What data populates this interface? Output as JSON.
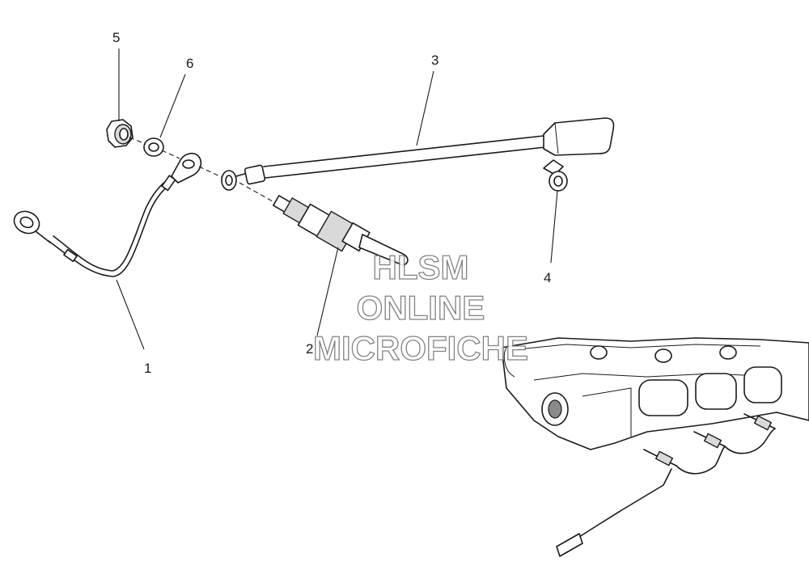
{
  "callouts": {
    "c1": "1",
    "c2": "2",
    "c3": "3",
    "c4": "4",
    "c5": "5",
    "c6": "6"
  },
  "watermark": {
    "line1": "HLSM",
    "line2": "ONLINE",
    "line3": "MICROFICHE"
  }
}
